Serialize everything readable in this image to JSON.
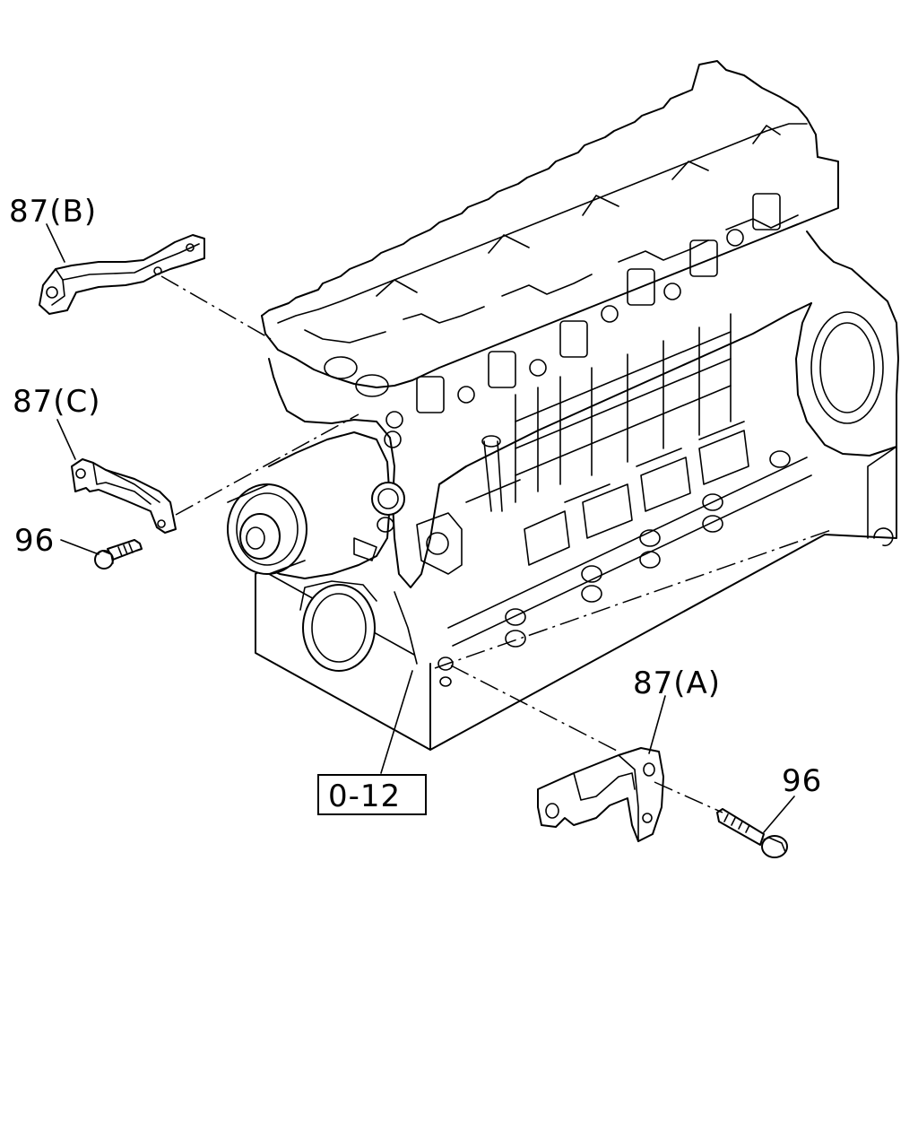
{
  "callouts": {
    "bracket_b": "87(B)",
    "bracket_c": "87(C)",
    "bolt_left": "96",
    "bracket_a": "87(A)",
    "bolt_right": "96"
  },
  "reference": {
    "section": "0-12"
  }
}
